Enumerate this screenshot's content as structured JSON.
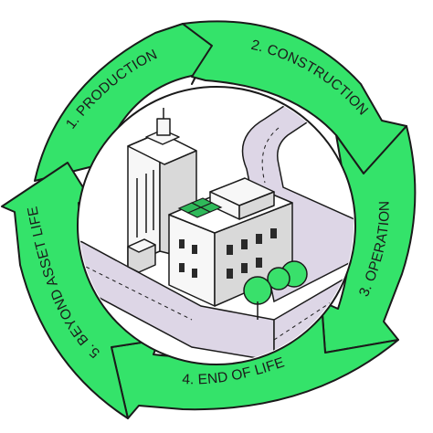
{
  "colors": {
    "ring": "#34e36a",
    "outline": "#1a1a1a",
    "text": "#1b1b1b",
    "road": "#ddd6e6",
    "panel": "#2fb95a",
    "tree": "#39e06b",
    "wall_light": "#f7f7f7",
    "wall_shade": "#d9d9d9"
  },
  "stages": [
    {
      "label": "1. PRODUCTION"
    },
    {
      "label": "2. CONSTRUCTION"
    },
    {
      "label": "3. OPERATION"
    },
    {
      "label": "4. END OF LIFE"
    },
    {
      "label": "5. BEYOND ASSET LIFE"
    }
  ]
}
